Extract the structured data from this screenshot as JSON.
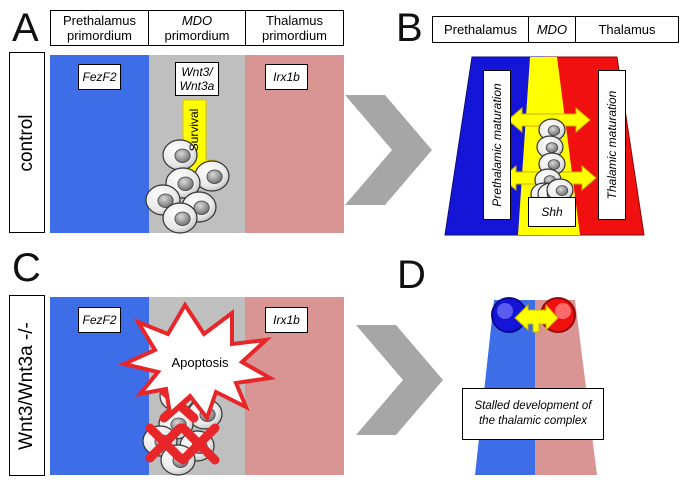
{
  "panels": {
    "A": {
      "letter": "A"
    },
    "B": {
      "letter": "B"
    },
    "C": {
      "letter": "C"
    },
    "D": {
      "letter": "D"
    }
  },
  "panel_a": {
    "header": {
      "prethalamus": "Prethalamus primordium",
      "mdo_italic": "MDO",
      "mdo_rest": "primordium",
      "thalamus": "Thalamus primordium"
    },
    "side_label": "control",
    "genes": {
      "left": "FezF2",
      "middle": "Wnt3/ Wnt3a",
      "right": "Irx1b"
    },
    "arrow_label": "Survival"
  },
  "panel_b": {
    "header": {
      "prethalamus": "Prethalamus",
      "mdo": "MDO",
      "thalamus": "Thalamus"
    },
    "left_label": "Prethalamic maturation",
    "right_label": "Thalamic maturation",
    "shh": "Shh"
  },
  "panel_c": {
    "side_label": "Wnt3/Wnt3a -/-",
    "genes": {
      "left": "FezF2",
      "right": "Irx1b"
    },
    "burst_label": "Apoptosis"
  },
  "panel_d": {
    "caption": "Stalled development of the thalamic complex"
  },
  "colors": {
    "blue_region": "#3d6ee8",
    "gray_region": "#bfbfbf",
    "pink_region": "#d99593",
    "trapezoid_blue": "#1515d8",
    "trapezoid_red": "#f01010",
    "yellow": "#ffff00",
    "chevron": "#a6a6a6",
    "cross": "#e8262a"
  }
}
